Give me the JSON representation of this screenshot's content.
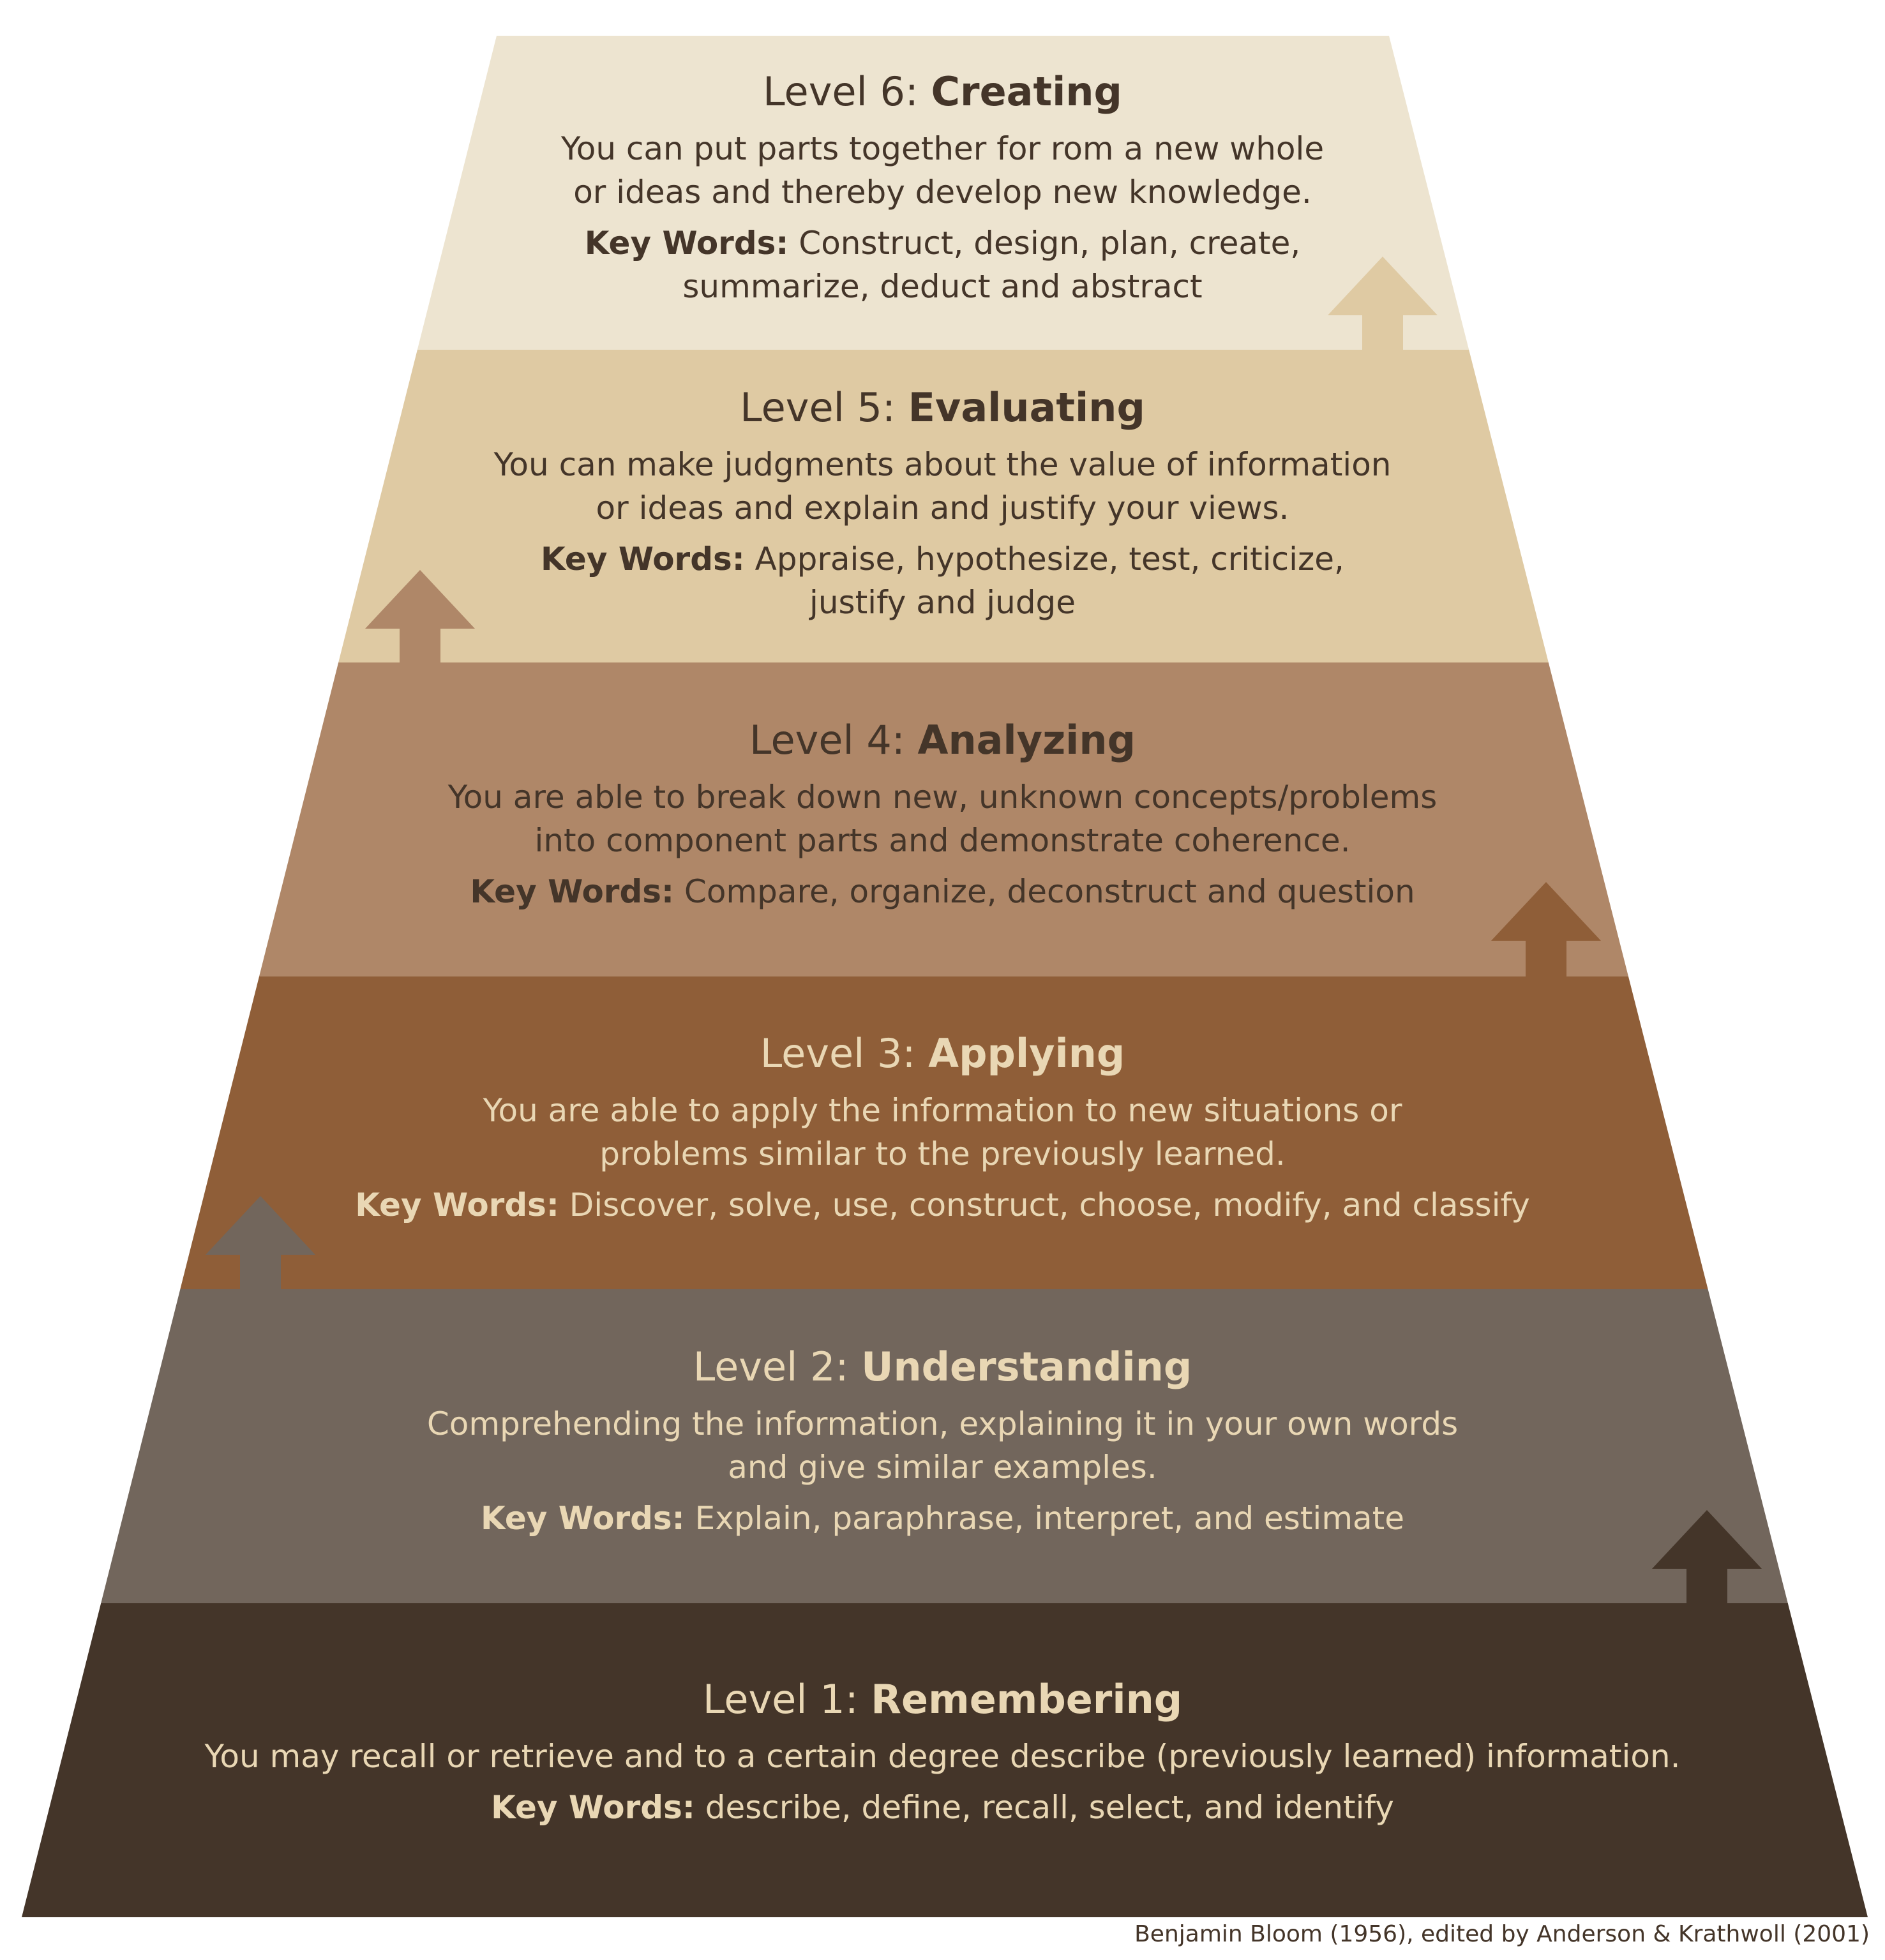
{
  "colors": {
    "level6": "#ede4d0",
    "level5": "#dfcaa3",
    "level4": "#af8768",
    "level3": "#8f5e38",
    "level2": "#72665c",
    "level1": "#443529",
    "text_dark": "#443529",
    "text_light": "#e9d7b4",
    "arrow_level6": "#dfcaa3",
    "arrow_level5": "#af8768",
    "arrow_level4": "#8f5e38",
    "arrow_level3": "#72665c",
    "arrow_level2": "#443529"
  },
  "levels": [
    {
      "number_label": "Level 6:",
      "name": "Creating",
      "description": [
        "You can put parts together for rom a new whole",
        "or ideas and thereby develop new knowledge."
      ],
      "keywords_label": "Key Words:",
      "keywords": [
        "Construct, design, plan, create,",
        "summarize, deduct and abstract"
      ]
    },
    {
      "number_label": "Level 5:",
      "name": "Evaluating",
      "description": [
        "You can make judgments about the value of information",
        "or ideas and explain and justify your views."
      ],
      "keywords_label": "Key Words:",
      "keywords": [
        "Appraise, hypothesize, test, criticize,",
        "justify and judge"
      ]
    },
    {
      "number_label": "Level 4:",
      "name": "Analyzing",
      "description": [
        "You are able to break down new, unknown concepts/problems",
        "into component parts and demonstrate coherence."
      ],
      "keywords_label": "Key Words:",
      "keywords": [
        "Compare, organize, deconstruct and question"
      ]
    },
    {
      "number_label": "Level 3:",
      "name": "Applying",
      "description": [
        "You are able to apply the information to new situations or",
        "problems similar to the previously learned."
      ],
      "keywords_label": "Key Words:",
      "keywords": [
        "Discover, solve, use, construct, choose, modify, and classify"
      ]
    },
    {
      "number_label": "Level 2:",
      "name": "Understanding",
      "description": [
        "Comprehending the information, explaining it in your own words",
        "and give similar examples."
      ],
      "keywords_label": "Key Words:",
      "keywords": [
        "Explain, paraphrase, interpret, and estimate"
      ]
    },
    {
      "number_label": "Level 1:",
      "name": "Remembering",
      "description": [
        "You may recall or retrieve and to a certain degree describe (previously learned) information."
      ],
      "keywords_label": "Key Words:",
      "keywords": [
        "describe, define, recall, select, and identify"
      ]
    }
  ],
  "source": "Benjamin Bloom (1956), edited by Anderson & Krathwoll (2001)"
}
